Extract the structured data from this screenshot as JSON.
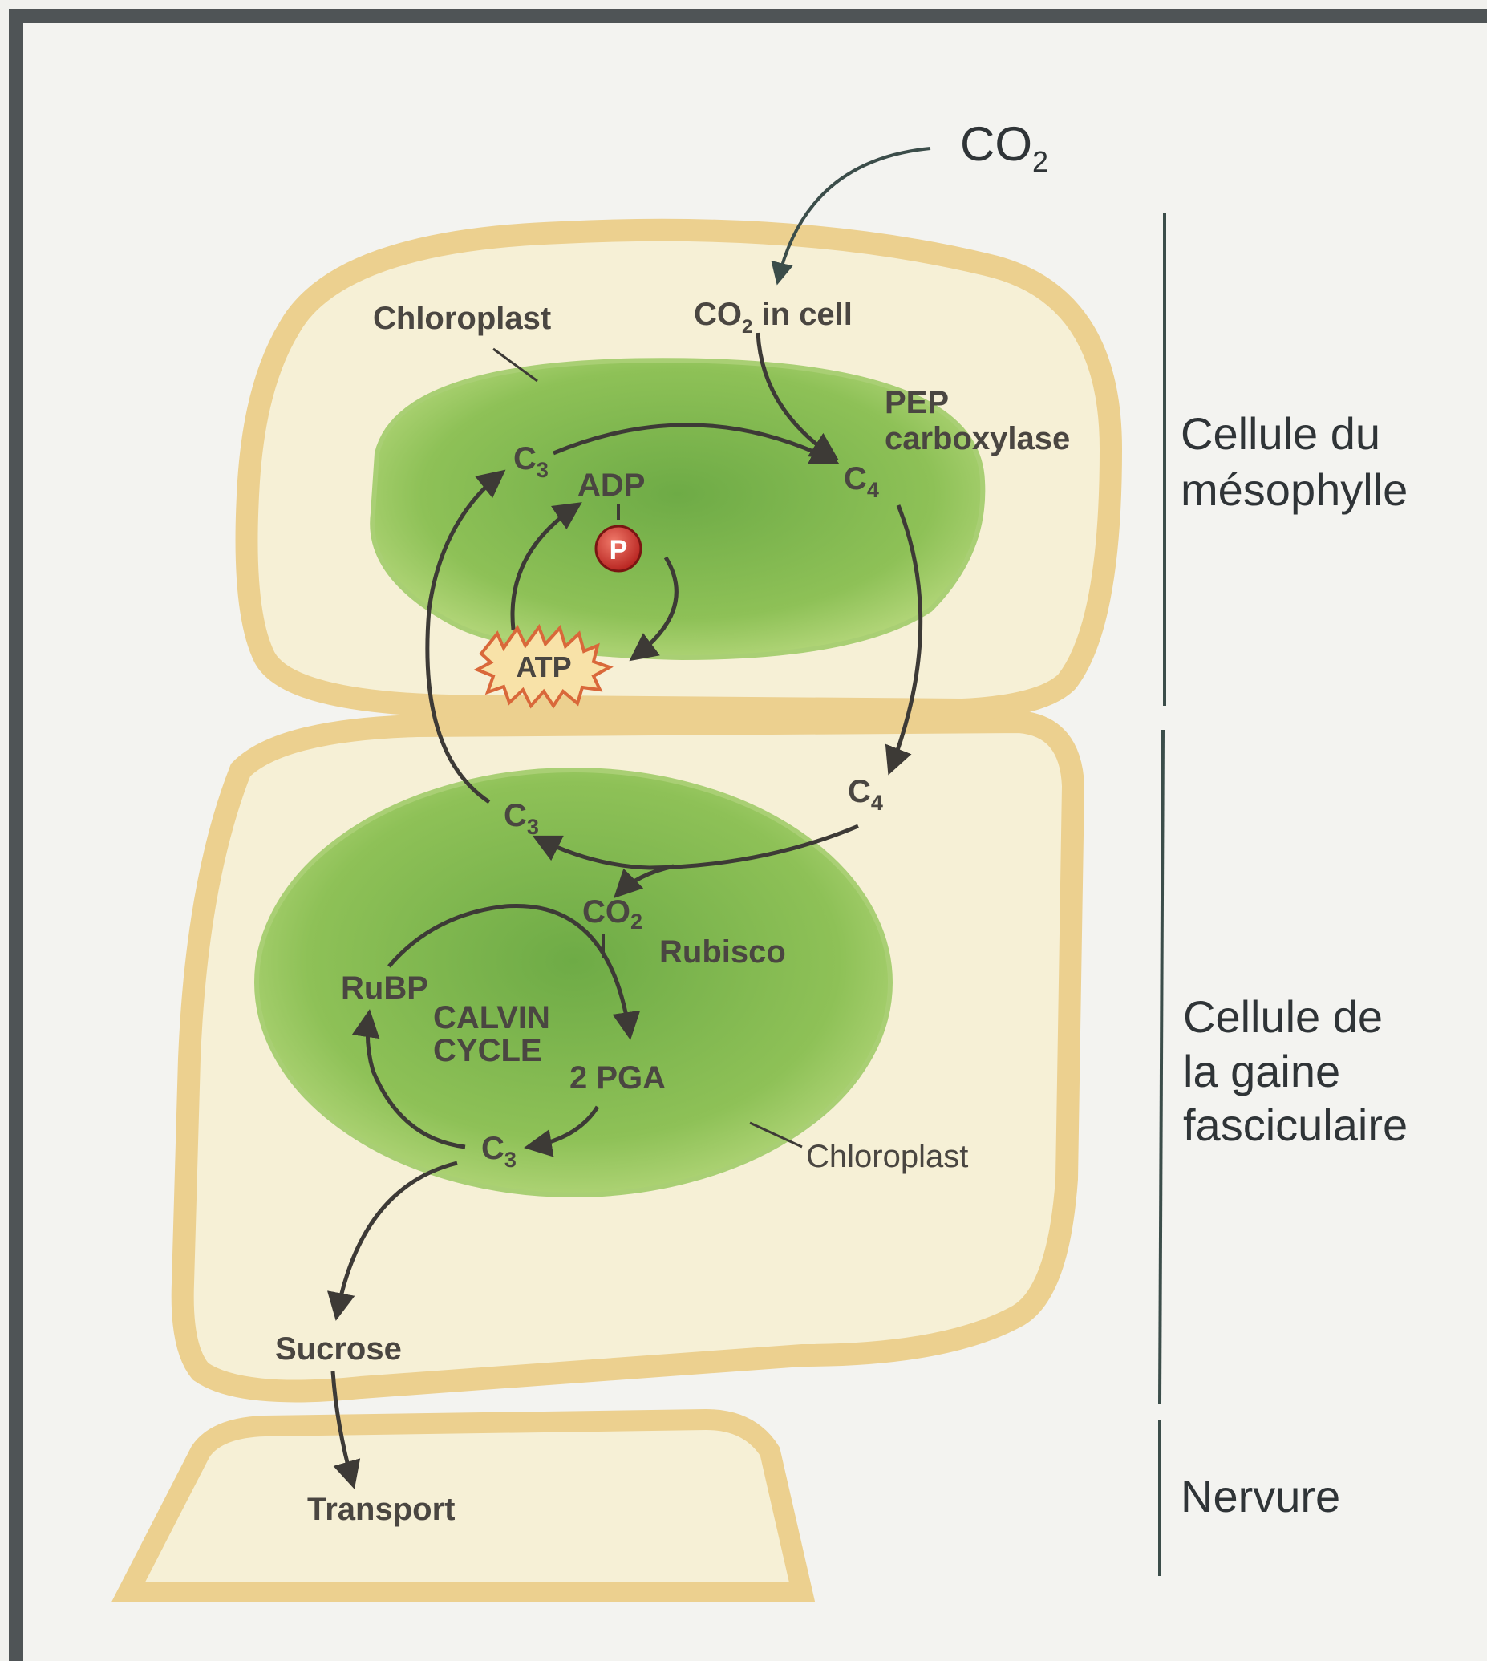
{
  "mesophyll": {
    "co2_external": "CO",
    "co2_external_sub": "2",
    "chloroplast_label": "Chloroplast",
    "co2_in_cell": "CO",
    "co2_in_cell_sub": "2",
    "co2_in_cell_rest": " in cell",
    "pep_line1": "PEP",
    "pep_line2": "carboxylase",
    "c3": "C",
    "c3_sub": "3",
    "c4": "C",
    "c4_sub": "4",
    "adp": "ADP",
    "phosphate": "P",
    "atp": "ATP"
  },
  "bundle_sheath": {
    "c4": "C",
    "c4_sub": "4",
    "c3": "C",
    "c3_sub": "3",
    "co2": "CO",
    "co2_sub": "2",
    "rubisco": "Rubisco",
    "rubp": "RuBP",
    "calvin_line1": "CALVIN",
    "calvin_line2": "CYCLE",
    "pga": "2 PGA",
    "c3_out": "C",
    "c3_out_sub": "3",
    "chloroplast_label": "Chloroplast"
  },
  "vein": {
    "sucrose": "Sucrose",
    "transport": "Transport"
  },
  "side_labels": {
    "mesophyll_line1": "Cellule du",
    "mesophyll_line2": "mésophylle",
    "bundle_line1": "Cellule de",
    "bundle_line2": "la gaine",
    "bundle_line3": "fasciculaire",
    "vein_label": "Nervure"
  },
  "colors": {
    "background": "#f1f1ee",
    "frame": "#4f5456",
    "cell_wall": "#ecd08f",
    "cell_interior": "#f6f0d6",
    "chloroplast_light": "#b8d97e",
    "chloroplast_dark": "#6eab46",
    "arrow": "#3d3a36",
    "phosphate": "#cc2a26",
    "atp_burst": "#f8e2a8"
  }
}
